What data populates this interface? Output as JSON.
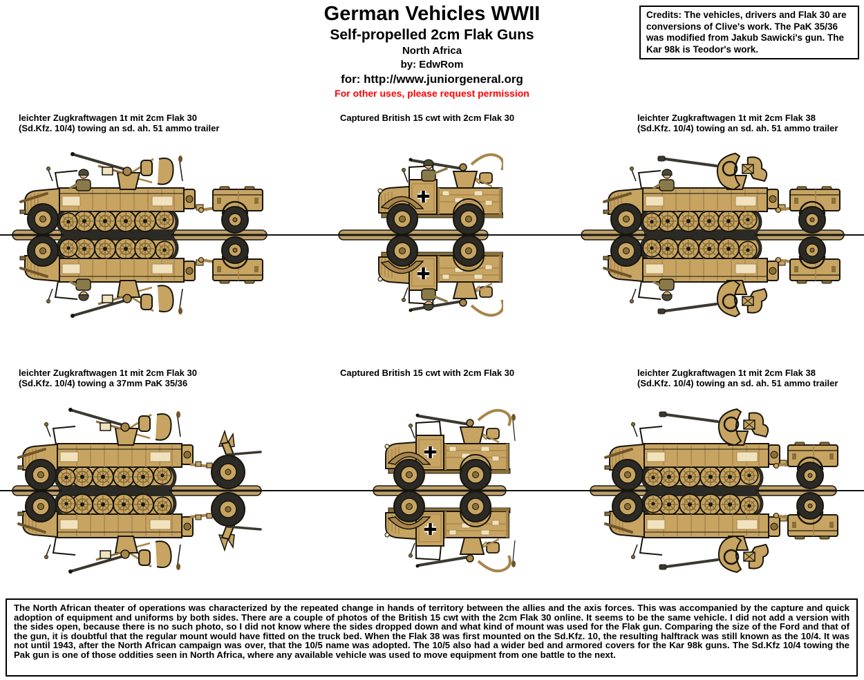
{
  "header": {
    "title": "German Vehicles WWII",
    "subtitle": "Self-propelled 2cm Flak Guns",
    "region": "North Africa",
    "byline": "by: EdwRom",
    "for_line": "for: http://www.juniorgeneral.org",
    "permission_line": "For other uses, please request permission"
  },
  "credits_box": {
    "text": "Credits: The vehicles, drivers and Flak 30 are conversions of Clive's work. The PaK 35/36 was modified from Jakub Sawicki's gun. The Kar 98k is Teodor's work."
  },
  "cells": [
    {
      "id": "top-left",
      "caption_line1": "leichter Zugkraftwagen 1t mit 2cm Flak 30",
      "caption_line2": "(Sd.Kfz. 10/4) towing an sd. ah. 51 ammo trailer"
    },
    {
      "id": "top-middle",
      "caption_line1": "Captured British 15 cwt with 2cm Flak 30",
      "caption_line2": ""
    },
    {
      "id": "top-right",
      "caption_line1": "leichter Zugkraftwagen 1t mit 2cm Flak 38",
      "caption_line2": "(Sd.Kfz. 10/4) towing an sd. ah. 51 ammo trailer"
    },
    {
      "id": "bottom-left",
      "caption_line1": "leichter Zugkraftwagen 1t mit 2cm Flak 30",
      "caption_line2": "(Sd.Kfz. 10/4) towing a 37mm PaK 35/36"
    },
    {
      "id": "bottom-middle",
      "caption_line1": "Captured British 15 cwt with 2cm Flak 30",
      "caption_line2": ""
    },
    {
      "id": "bottom-right",
      "caption_line1": "leichter Zugkraftwagen 1t mit 2cm Flak 38",
      "caption_line2": "(Sd.Kfz. 10/4) towing an sd. ah. 51 ammo trailer"
    }
  ],
  "footer_box": {
    "text": "The North African theater of operations was characterized by the repeated change in hands of territory between the allies and the axis forces. This was accompanied by the capture and quick adoption of equipment and uniforms by both sides. There are a couple of photos of the British 15 cwt with the 2cm Flak 30 online. It seems to be the same vehicle. I did not add a version with the sides open, because there is no such photo, so I did not know where the sides dropped down and what kind of mount was used for the Flak gun. Comparing the size of the Ford and that of the gun, it is doubtful that the regular mount would have fitted on the truck bed. When the Flak 38 was first mounted on the Sd.Kfz. 10, the resulting halftrack was still known as the 10/4. It was not until 1943, after the North African campaign was over, that the 10/5 name was adopted. The 10/5 also had a wider bed and armored covers for the Kar 98k guns. The Sd.Kfz 10/4 towing the Pak gun is one of those oddities seen in North Africa, where any available vehicle was used to move equipment from one battle to the next."
  },
  "colors": {
    "permission_red": "#ff0000",
    "vehicle_body_tan": "#c7a462",
    "vehicle_shadow_tan": "#8a7038",
    "vehicle_cream": "#efe2bd",
    "tire_black": "#2c2a24",
    "base_strip_tan": "#bfa06a",
    "outline_black": "#17150e"
  }
}
